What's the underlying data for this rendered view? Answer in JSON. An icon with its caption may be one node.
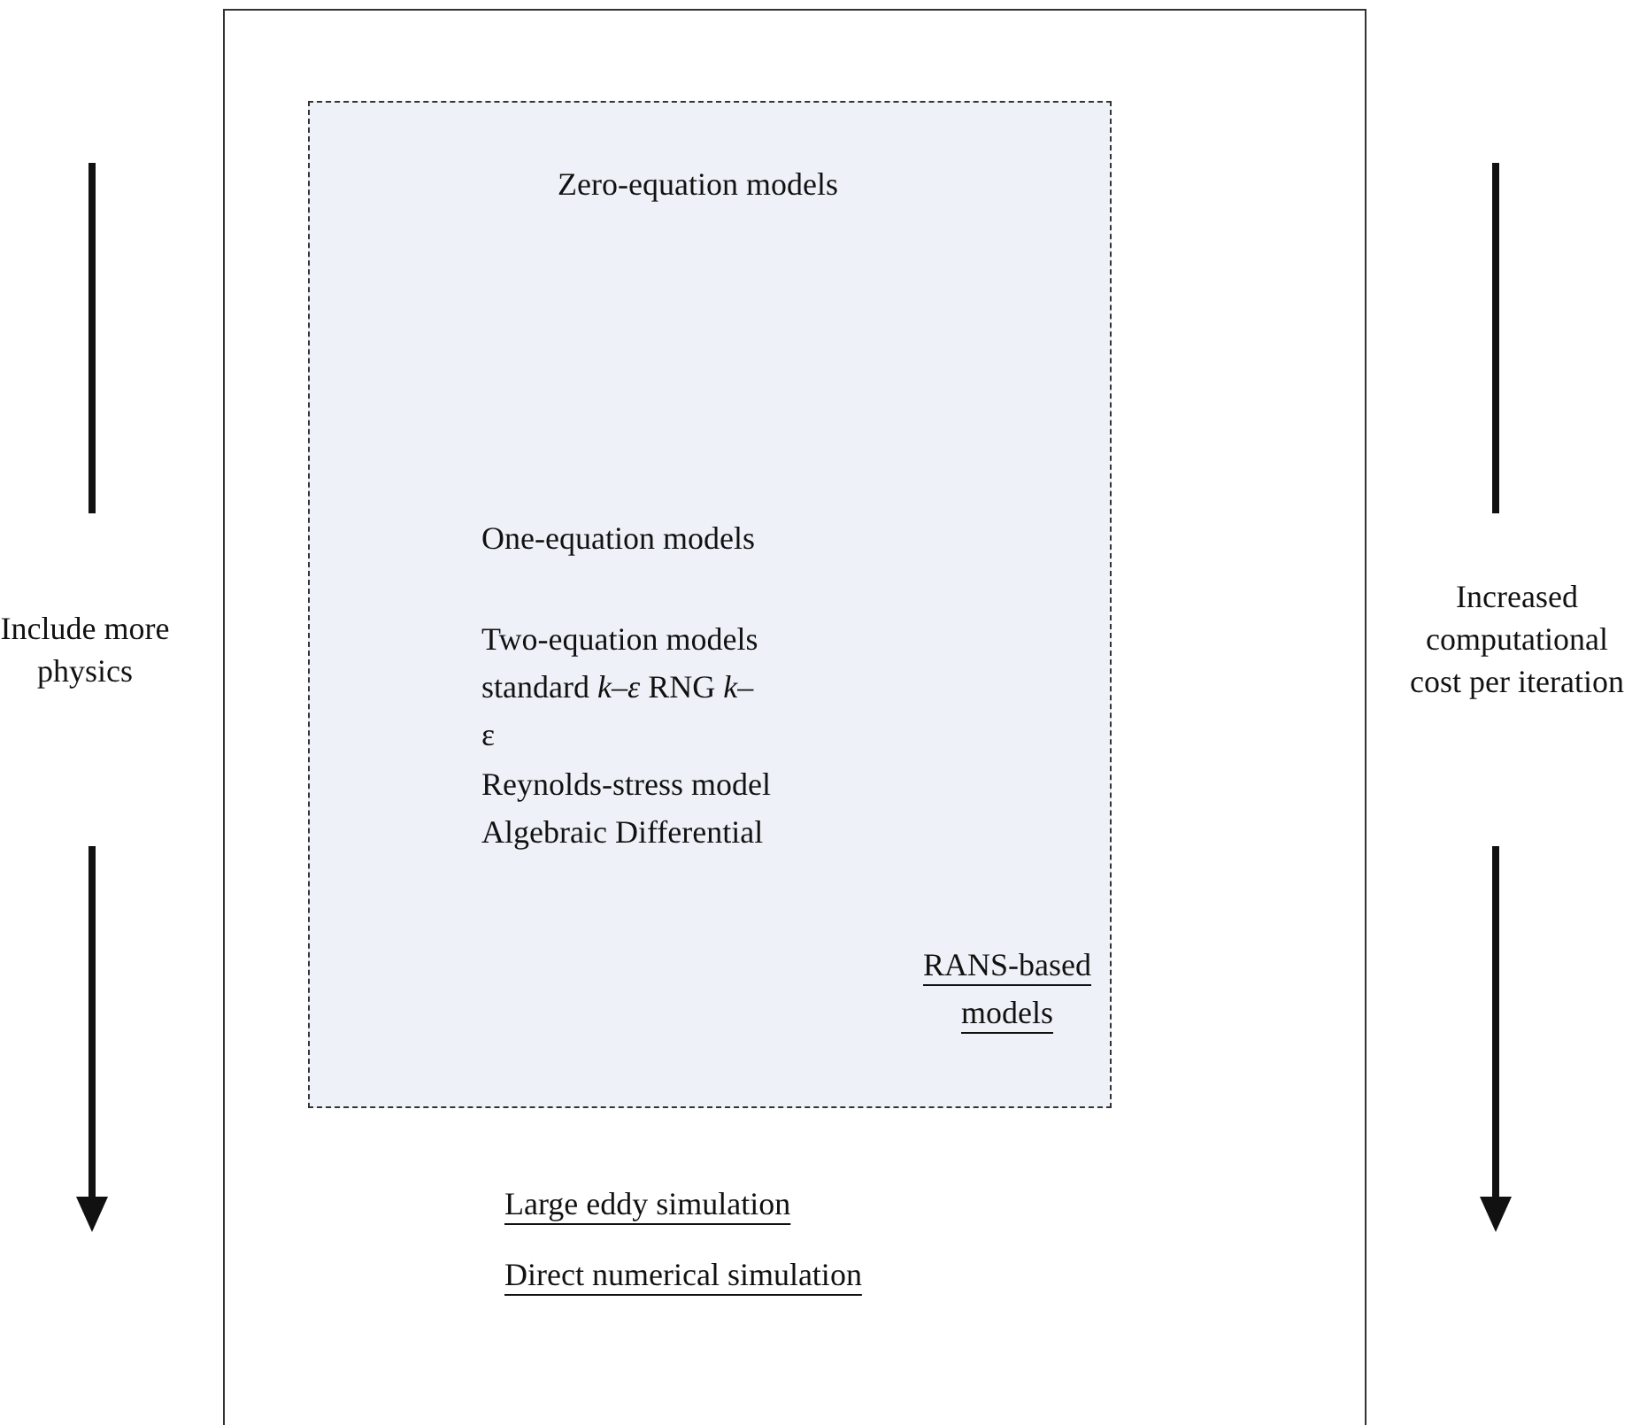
{
  "diagram": {
    "nodes": [
      {
        "text": [
          "Large eddy simulation",
          "Direct numerical simulation"
        ]
      },
      {
        "text": [
          "Zero-equation models",
          "One-equation models",
          "Two-equation models standard *k*–*ε* RNG *k*–ε",
          "Reynolds-stress model Algebraic Differential",
          "RANS-based models"
        ],
        "in": 0
      }
    ],
    "edges": [],
    "labels": [
      "Include more physics",
      "Increased computational cost per iteration"
    ]
  }
}
